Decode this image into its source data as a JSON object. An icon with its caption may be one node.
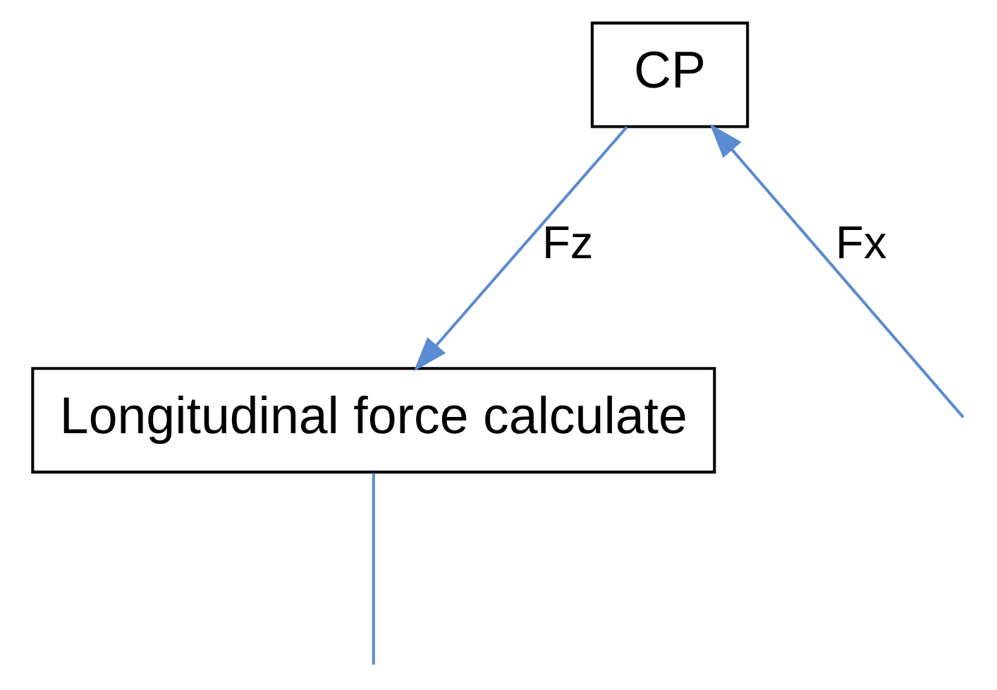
{
  "diagram": {
    "nodes": [
      {
        "text": [
          "CP"
        ]
      },
      {
        "text": [
          "Longitudinal force calculate"
        ]
      }
    ],
    "edges": [
      {
        "from": 0,
        "to": 1,
        "arrow": "to",
        "label": "Fz"
      },
      {
        "from": null,
        "to": 0,
        "arrow": "to",
        "label": "Fx"
      },
      {
        "from": 1,
        "to": null,
        "arrow": "none"
      }
    ]
  }
}
